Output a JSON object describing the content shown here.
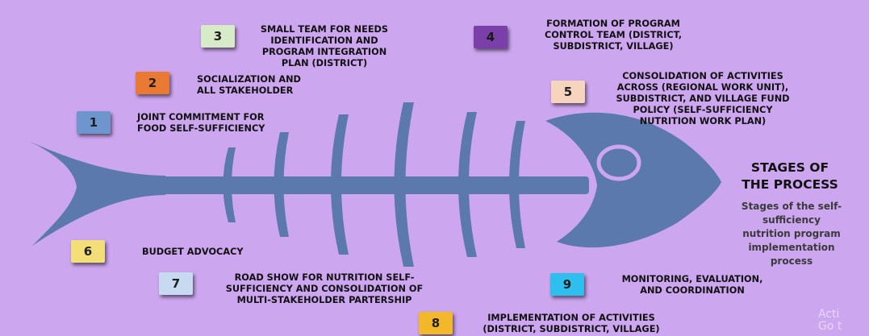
{
  "diagram": {
    "title_line1": "STAGES OF",
    "title_line2": "THE PROCESS",
    "subtitle_lines": [
      "Stages of the self-",
      "sufficiency",
      "nutrition program",
      "implementation",
      "process"
    ],
    "colors": {
      "background": "#cda6f0",
      "fish": "#5b79ad"
    },
    "steps": [
      {
        "number": "1",
        "color": "#6f95cf",
        "lines": [
          "JOINT COMMITMENT FOR",
          "FOOD SELF-SUFFICIENCY"
        ]
      },
      {
        "number": "2",
        "color": "#ea7a33",
        "lines": [
          "SOCIALIZATION AND",
          "ALL STAKEHOLDER"
        ]
      },
      {
        "number": "3",
        "color": "#d8ebc9",
        "lines": [
          "SMALL TEAM FOR NEEDS",
          "IDENTIFICATION AND",
          "PROGRAM INTEGRATION",
          "PLAN (DISTRICT)"
        ]
      },
      {
        "number": "4",
        "color": "#7a3fa8",
        "lines": [
          "FORMATION OF PROGRAM",
          "CONTROL TEAM (DISTRICT,",
          "SUBDISTRICT, VILLAGE)"
        ]
      },
      {
        "number": "5",
        "color": "#f6d4bd",
        "lines": [
          "CONSOLIDATION OF ACTIVITIES",
          "ACROSS (REGIONAL WORK UNIT),",
          "SUBDISTRICT, AND VILLAGE FUND",
          "POLICY (SELF-SUFFICIENCY",
          "NUTRITION WORK PLAN)"
        ]
      },
      {
        "number": "6",
        "color": "#f3de78",
        "lines": [
          "BUDGET ADVOCACY"
        ]
      },
      {
        "number": "7",
        "color": "#c7daf2",
        "lines": [
          "ROAD SHOW FOR NUTRITION SELF-",
          "SUFFICIENCY AND CONSOLIDATION OF",
          "MULTI-STAKEHOLDER PARTERSHIP"
        ]
      },
      {
        "number": "8",
        "color": "#f2b82a",
        "lines": [
          "IMPLEMENTATION OF ACTIVITIES",
          "(DISTRICT, SUBDISTRICT, VILLAGE)"
        ]
      },
      {
        "number": "9",
        "color": "#2fbfef",
        "lines": [
          "MONITORING, EVALUATION,",
          "AND COORDINATION"
        ]
      }
    ]
  },
  "watermark": {
    "line1": "Acti",
    "line2": "Go t"
  }
}
